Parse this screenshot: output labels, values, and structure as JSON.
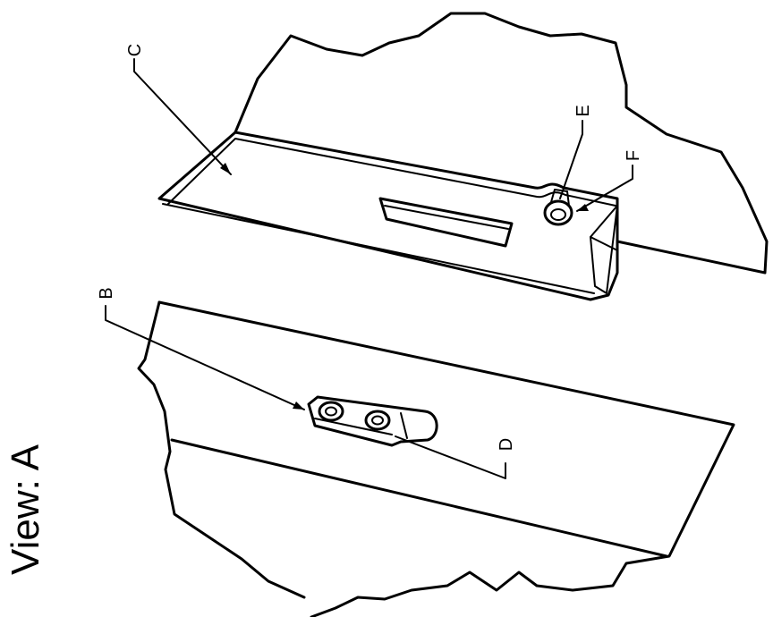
{
  "view_label": "View: A",
  "callouts": {
    "B": "B",
    "C": "C",
    "D": "D",
    "E": "E",
    "F": "F"
  }
}
